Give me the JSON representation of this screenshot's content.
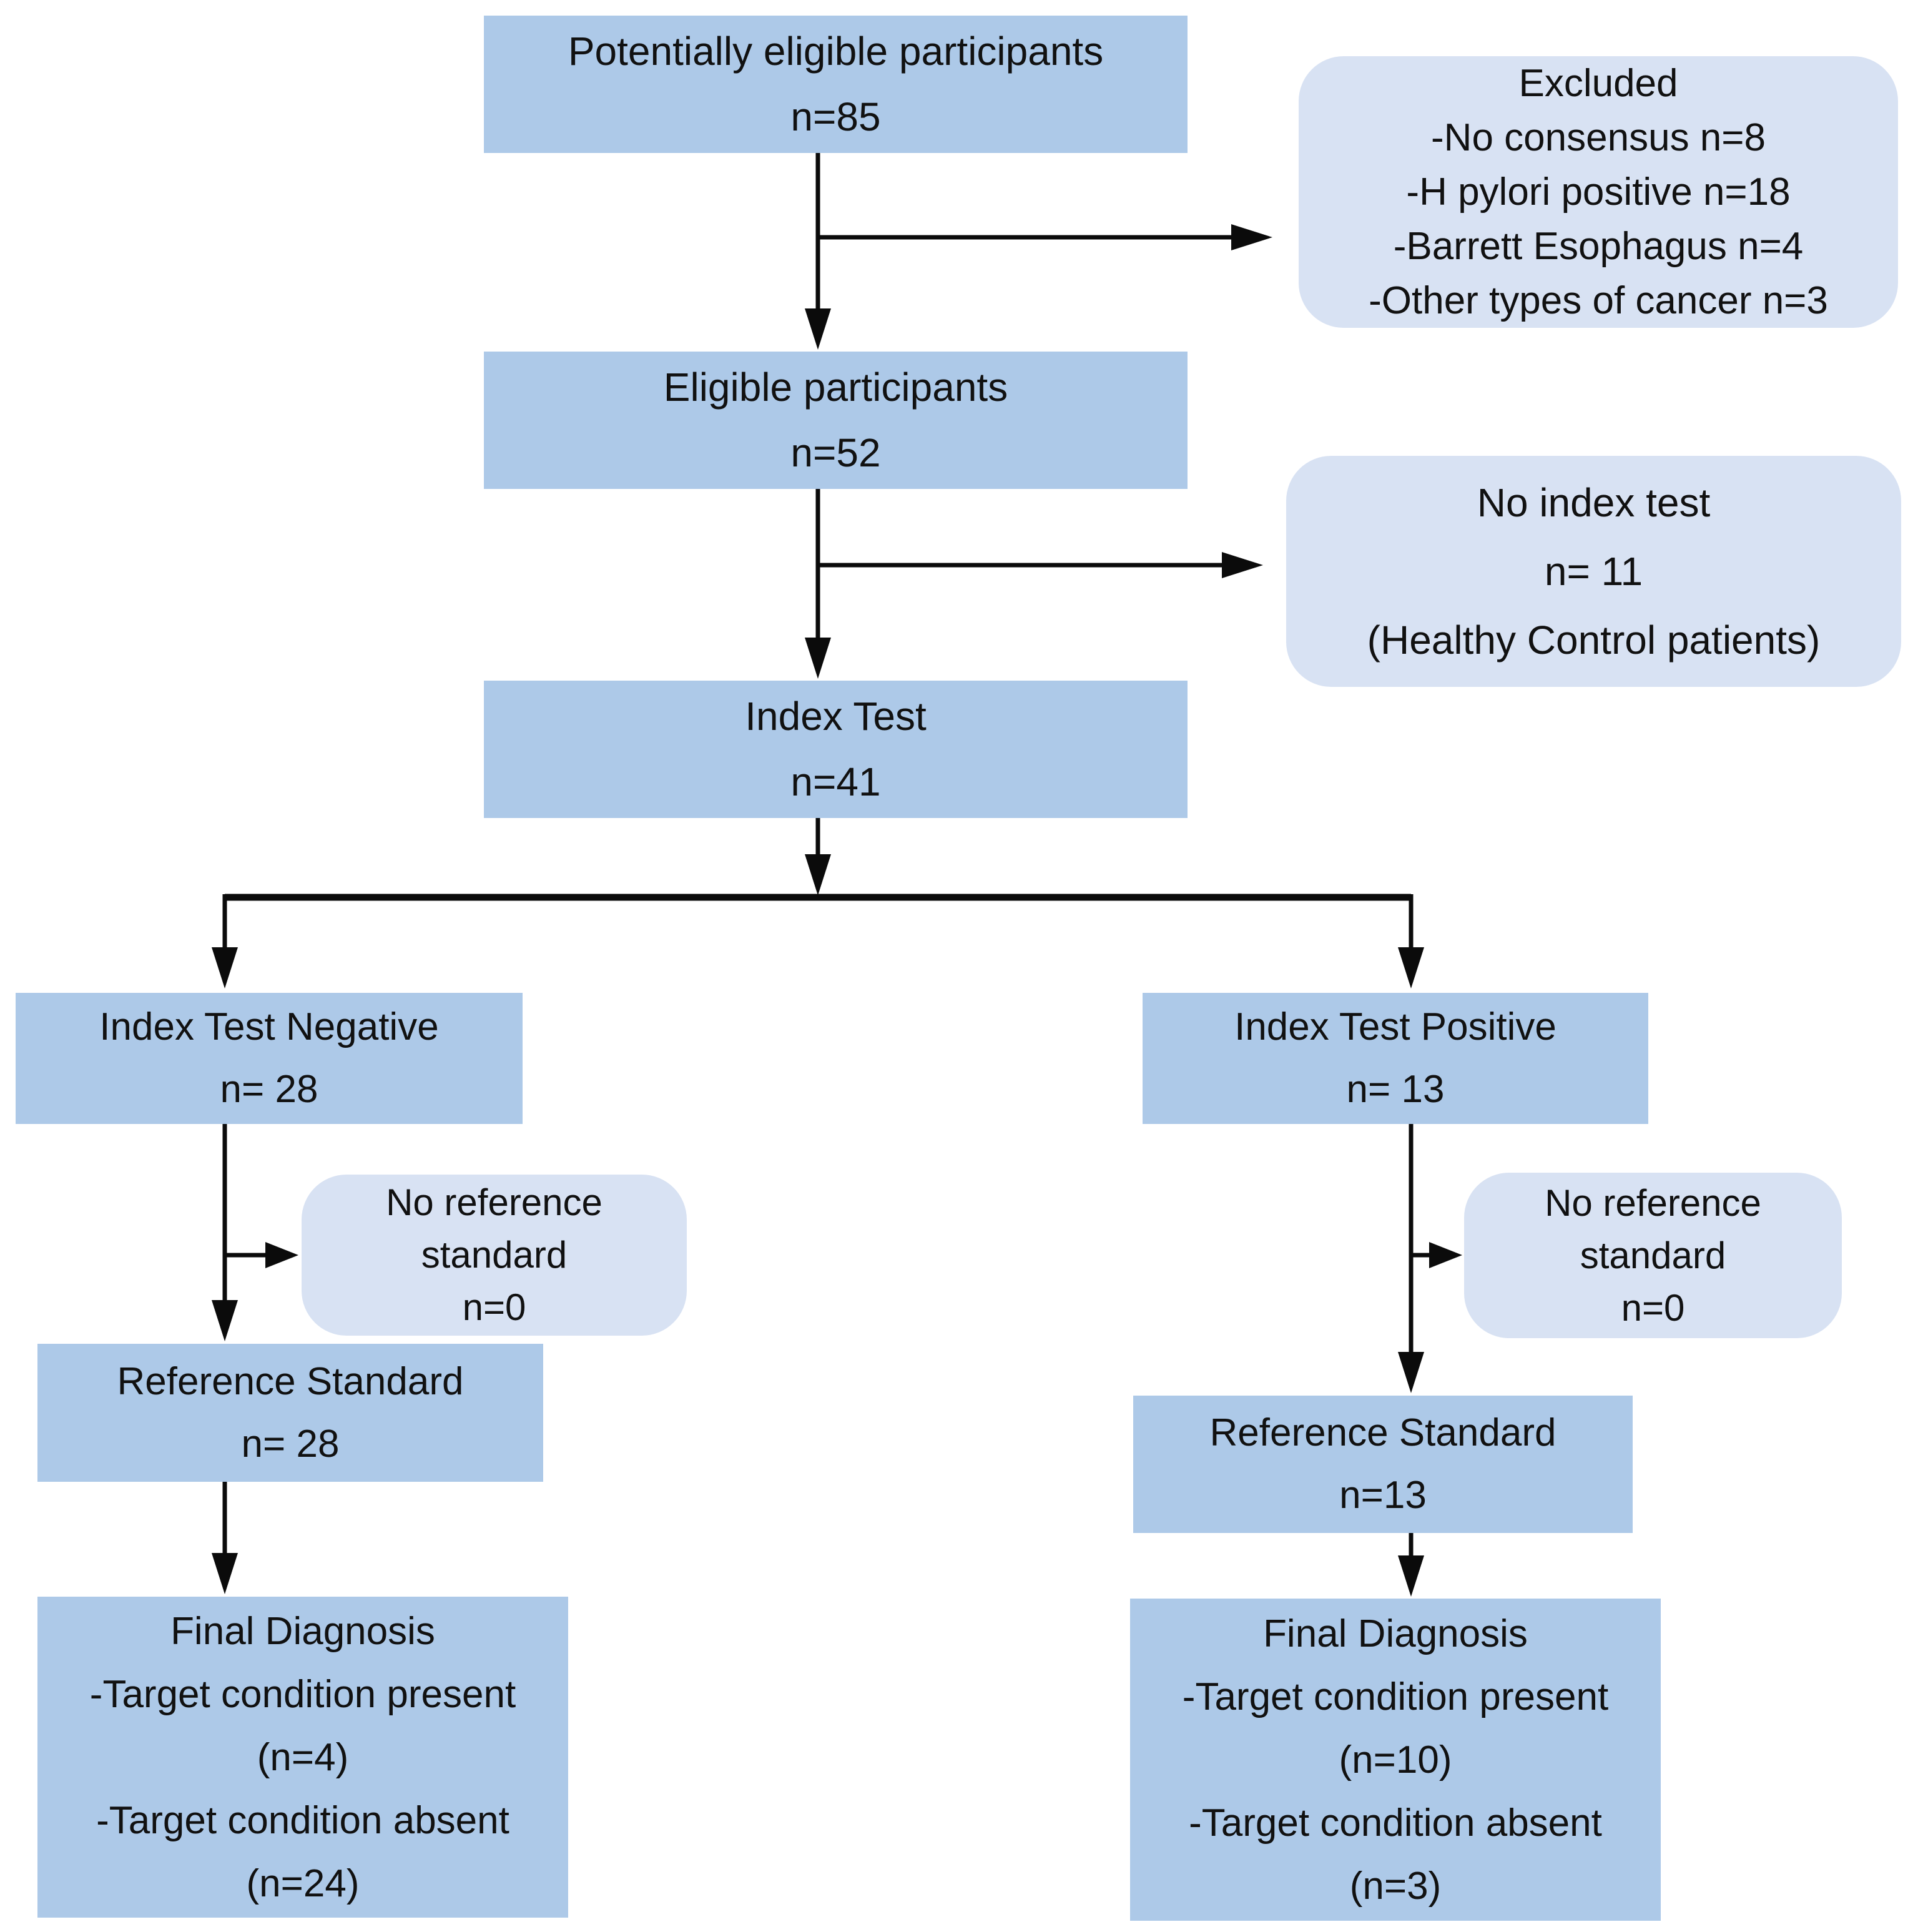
{
  "figure": {
    "type": "participant-flow-diagram",
    "background_color": "#ffffff",
    "box_fill_color": "#adc9e8",
    "callout_fill_color": "#d8e2f3",
    "text_color": "#111111",
    "arrow_color": "#0b0b0b"
  },
  "nodes": {
    "potential": {
      "lines": [
        "Potentially eligible participants",
        "n=85"
      ]
    },
    "excluded": {
      "lines": [
        "Excluded",
        "-No consensus n=8",
        "-H pylori positive n=18",
        "-Barrett Esophagus n=4",
        "-Other types of cancer n=3"
      ]
    },
    "eligible": {
      "lines": [
        "Eligible participants",
        "n=52"
      ]
    },
    "no_index_test": {
      "lines": [
        "No index test",
        "n= 11",
        "(Healthy Control patients)"
      ]
    },
    "index_test": {
      "lines": [
        "Index Test",
        "n=41"
      ]
    },
    "index_test_negative": {
      "lines": [
        "Index Test Negative",
        "n= 28"
      ]
    },
    "index_test_positive": {
      "lines": [
        "Index Test Positive",
        "n= 13"
      ]
    },
    "no_reference_standard_left": {
      "lines": [
        "No reference",
        "standard",
        "n=0"
      ]
    },
    "no_reference_standard_right": {
      "lines": [
        "No reference",
        "standard",
        "n=0"
      ]
    },
    "reference_standard_left": {
      "lines": [
        "Reference Standard",
        "n= 28"
      ]
    },
    "reference_standard_right": {
      "lines": [
        "Reference Standard",
        "n=13"
      ]
    },
    "final_diagnosis_left": {
      "lines": [
        "Final Diagnosis",
        "-Target condition present",
        "(n=4)",
        "-Target condition absent",
        "(n=24)"
      ]
    },
    "final_diagnosis_right": {
      "lines": [
        "Final Diagnosis",
        "-Target condition present",
        "(n=10)",
        "-Target condition absent",
        "(n=3)"
      ]
    }
  }
}
